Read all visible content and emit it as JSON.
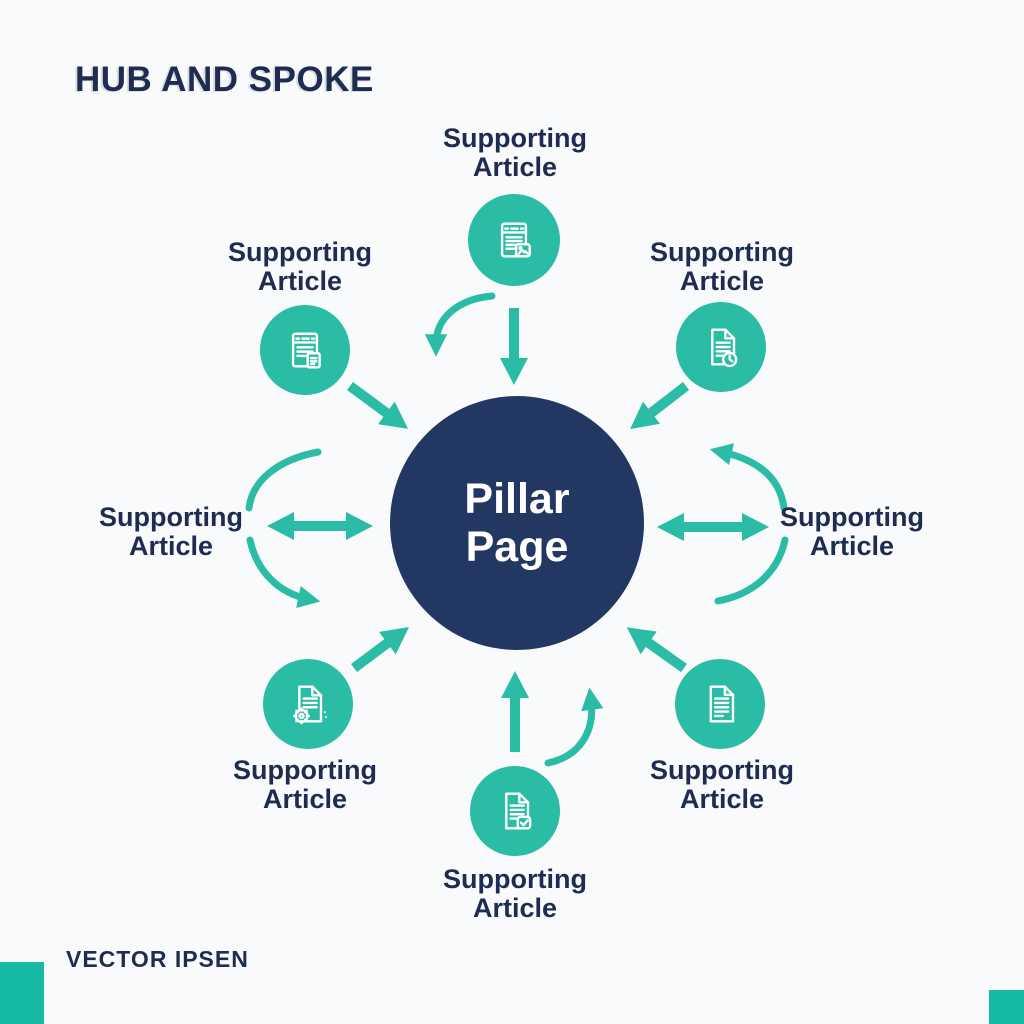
{
  "title": "HUB AND SPOKE",
  "brand": "VECTOR IPSEN",
  "hub": {
    "line1": "Pillar",
    "line2": "Page"
  },
  "nodes": [
    {
      "id": "top",
      "label": "Supporting Article",
      "icon": "doc-browser-image"
    },
    {
      "id": "top-left",
      "label": "Supporting Article",
      "icon": "doc-browser-page"
    },
    {
      "id": "top-right",
      "label": "Supporting Article",
      "icon": "doc-clock"
    },
    {
      "id": "left",
      "label": "Supporting Article",
      "icon": ""
    },
    {
      "id": "right",
      "label": "Supporting Article",
      "icon": ""
    },
    {
      "id": "bottom-left",
      "label": "Supporting Article",
      "icon": "doc-gear"
    },
    {
      "id": "bottom",
      "label": "Supporting Article",
      "icon": "doc-check"
    },
    {
      "id": "bottom-right",
      "label": "Supporting Article",
      "icon": "doc-plain"
    }
  ],
  "colors": {
    "teal": "#2ABCA4",
    "navy": "#233763",
    "text": "#1F2C52",
    "square": "#15B9A4",
    "bg": "#F8FAFB"
  }
}
